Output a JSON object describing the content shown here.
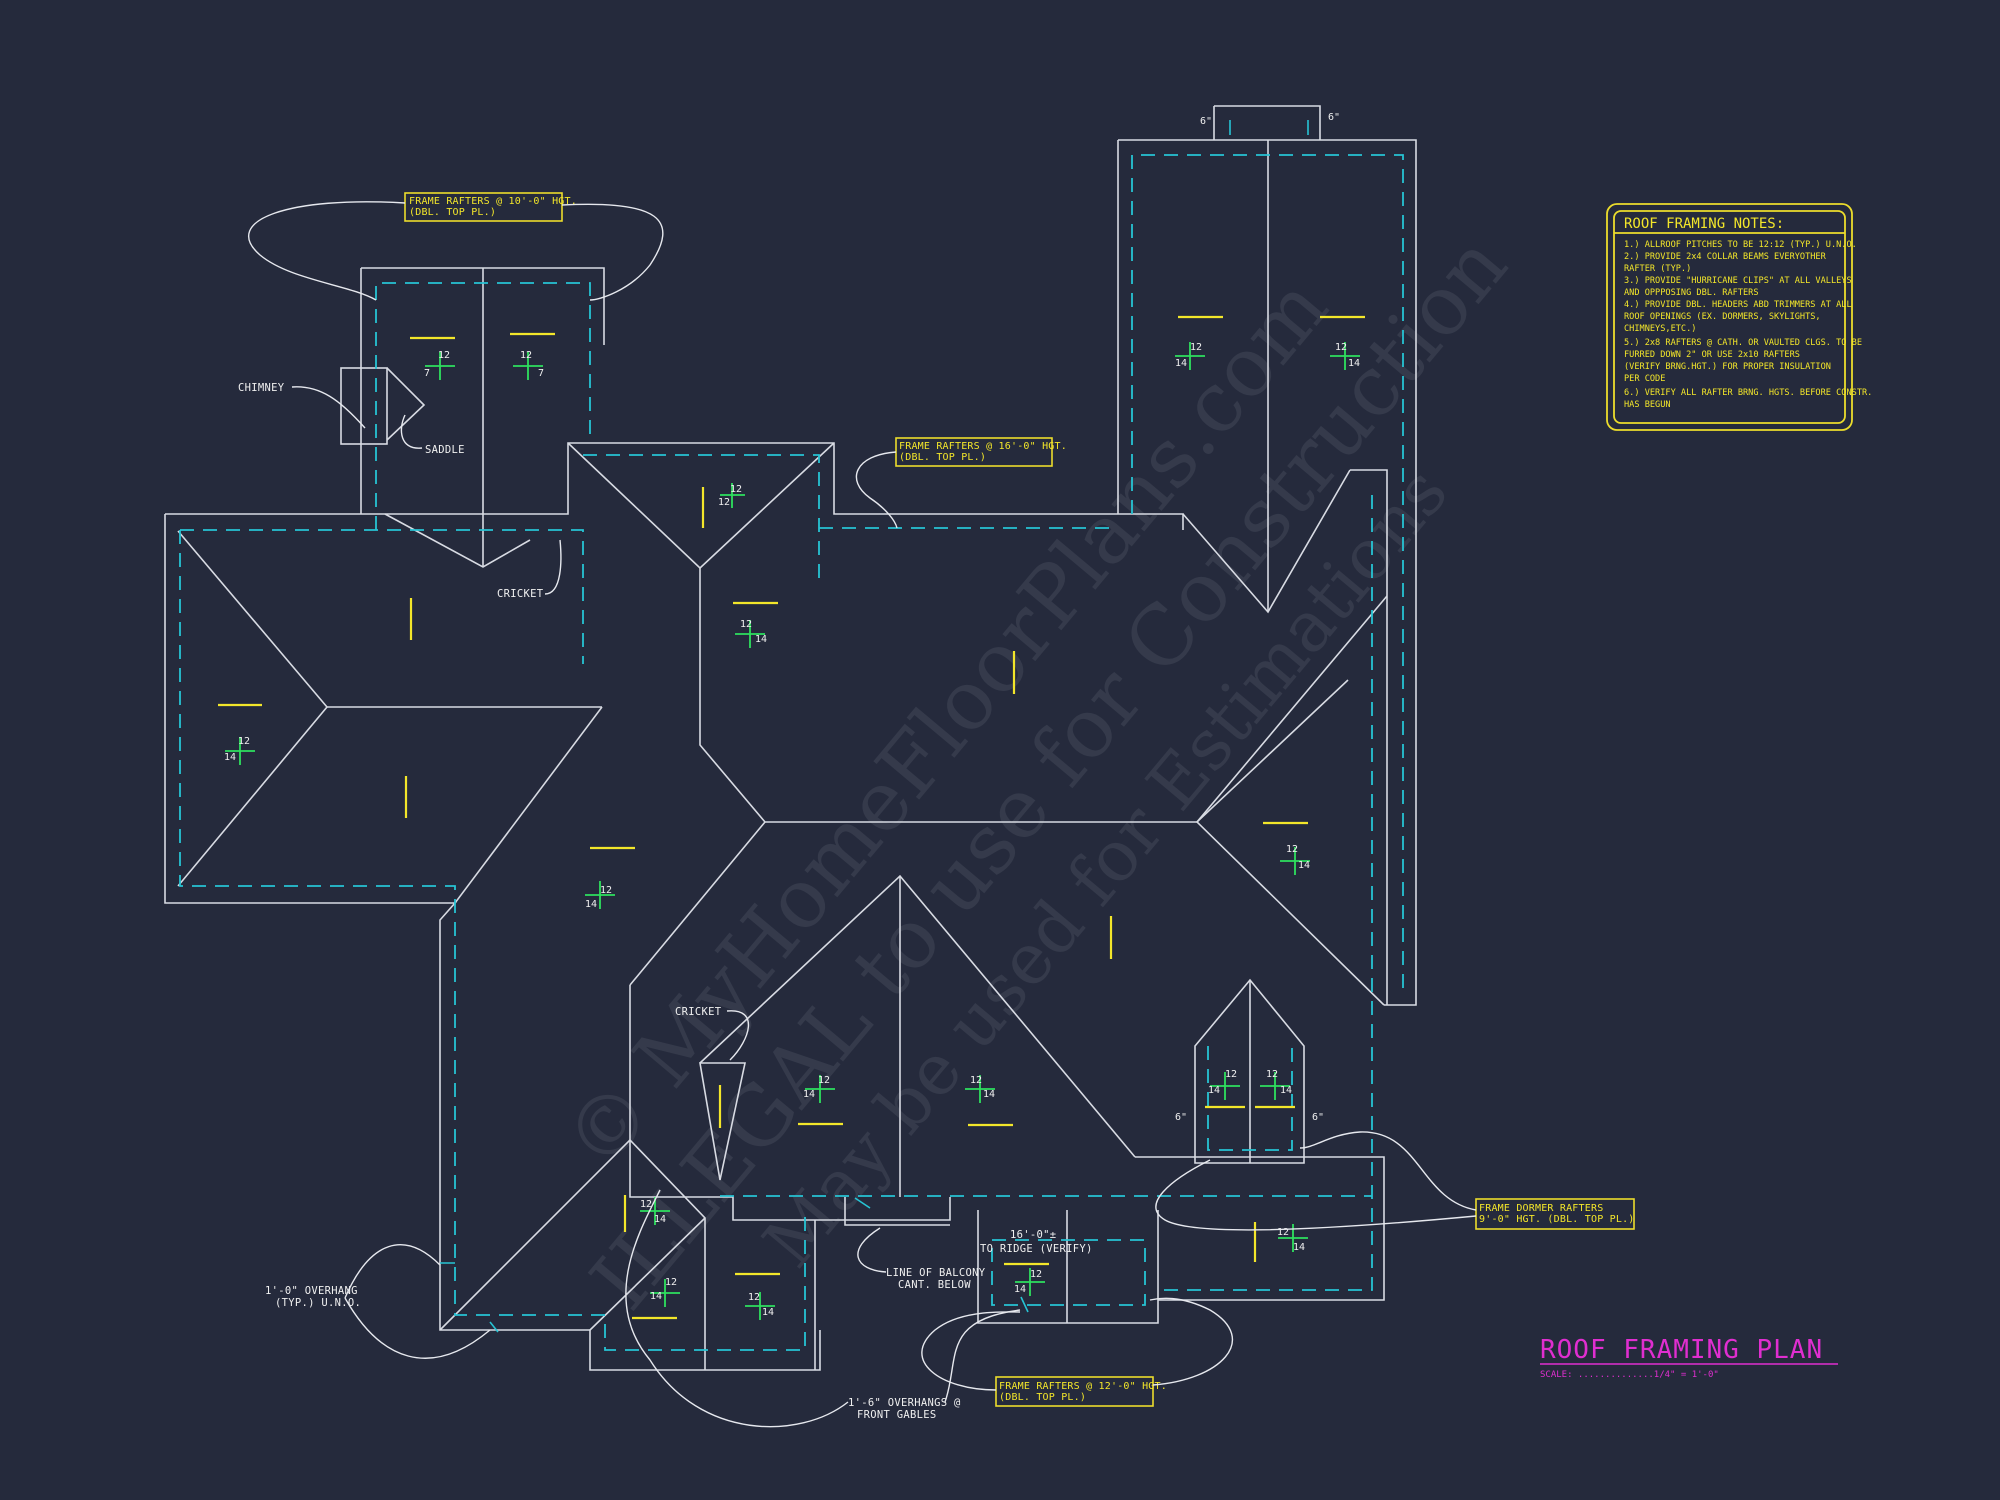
{
  "watermark": {
    "line1": "© MyHomeFloorPlans.com",
    "line2": "ILLEGAL to use for Construction",
    "line3": "May be used for Estimations"
  },
  "labels": {
    "chimney": "CHIMNEY",
    "saddle": "SADDLE",
    "cricket_1": "CRICKET",
    "cricket_2": "CRICKET",
    "overhang": "1'-0\" OVERHANG",
    "overhang_2": "(TYP.) U.N.O.",
    "balcony_1": "LINE OF BALCONY",
    "balcony_2": "CANT. BELOW",
    "front_gables_1": "1'-6\" OVERHANGS @",
    "front_gables_2": "FRONT GABLES",
    "ridge_height": "16'-0\"±",
    "ridge_verify": "TO RIDGE (VERIFY)"
  },
  "callouts": {
    "frame_10_1": "FRAME RAFTERS @ 10'-0\" HGT.",
    "frame_10_2": "(DBL. TOP PL.)",
    "frame_16_1": "FRAME RAFTERS @ 16'-0\" HGT.",
    "frame_16_2": "(DBL. TOP PL.)",
    "frame_12_1": "FRAME RAFTERS @ 12'-0\" HGT.",
    "frame_12_2": "(DBL. TOP PL.)",
    "dormer_1": "FRAME DORMER RAFTERS",
    "dormer_2": "9'-0\" HGT. (DBL. TOP PL.)"
  },
  "pitch": {
    "rise": "12",
    "run": "14",
    "alt_run": "7",
    "dim": "6\""
  },
  "notes": {
    "title": "ROOF FRAMING NOTES:",
    "lines": [
      "1.) ALLROOF PITCHES TO BE 12:12 (TYP.) U.N.O.",
      "2.) PROVIDE 2x4 COLLAR BEAMS EVERYOTHER",
      "     RAFTER (TYP.)",
      "3.) PROVIDE \"HURRICANE CLIPS\" AT ALL VALLEYS",
      "     AND OPPPOSING DBL. RAFTERS",
      "4.) PROVIDE DBL. HEADERS ABD TRIMMERS AT ALL",
      "     ROOF OPENINGS (EX. DORMERS, SKYLIGHTS,",
      "     CHIMNEYS,ETC.)",
      "5.) 2x8 RAFTERS @ CATH. OR VAULTED CLGS. TO BE",
      "     FURRED DOWN 2\" OR USE 2x10 RAFTERS",
      "     (VERIFY BRNG.HGT.) FOR PROPER INSULATION",
      "     PER CODE",
      "6.) VERIFY ALL RAFTER BRNG. HGTS. BEFORE CONSTR.",
      "     HAS BEGUN"
    ]
  },
  "title_block": {
    "title": "ROOF FRAMING PLAN",
    "scale": "SCALE: ..............1/4\" = 1'-0\""
  },
  "colors": {
    "background": "#252a3c",
    "roof_lines": "#d8dbe3",
    "wall_dashed": "#27c4d4",
    "annotation": "#f3e62a",
    "pitch_symbol": "#2ee05e",
    "title": "#e02ed0"
  }
}
